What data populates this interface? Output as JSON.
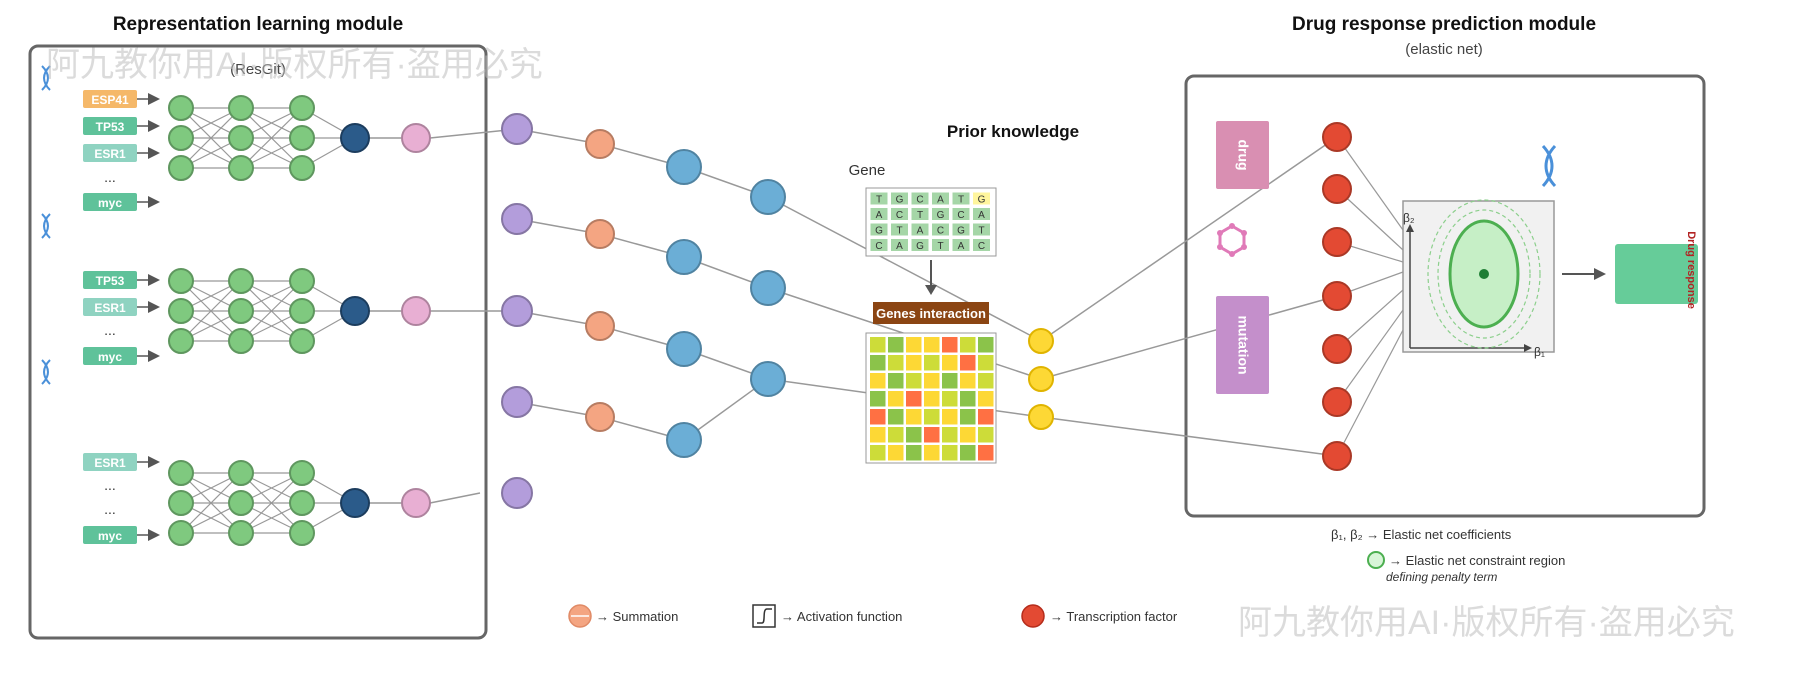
{
  "titles": {
    "left": "Representation learning module",
    "left_sub": "(ResGit)",
    "right": "Drug response prediction module",
    "right_sub": "(elastic net)",
    "prior": "Prior knowledge"
  },
  "watermark": "阿九教你用AI·版权所有·盗用必究",
  "groups": [
    {
      "genes": [
        "ESP41",
        "TP53",
        "ESR1",
        "...",
        "myc"
      ],
      "gene_colors": [
        "#f5b869",
        "#5fc29a",
        "#8fd3c1",
        "",
        "#5fc29a"
      ]
    },
    {
      "genes": [
        "TP53",
        "ESR1",
        "...",
        "myc"
      ],
      "gene_colors": [
        "#5fc29a",
        "#8fd3c1",
        "",
        "#5fc29a"
      ]
    },
    {
      "genes": [
        "ESR1",
        "...",
        "...",
        "myc"
      ],
      "gene_colors": [
        "#8fd3c1",
        "",
        "",
        "#5fc29a"
      ]
    }
  ],
  "gene_label": "Gene",
  "sequence": [
    [
      "T",
      "G",
      "C",
      "A",
      "T",
      "G"
    ],
    [
      "A",
      "C",
      "T",
      "G",
      "C",
      "A"
    ],
    [
      "G",
      "T",
      "A",
      "C",
      "G",
      "T"
    ],
    [
      "C",
      "A",
      "G",
      "T",
      "A",
      "C"
    ]
  ],
  "interaction_label": "Genes interaction",
  "heatmap": [
    [
      2,
      0,
      1,
      1,
      3,
      2,
      0
    ],
    [
      0,
      2,
      1,
      2,
      1,
      3,
      2
    ],
    [
      1,
      0,
      2,
      1,
      0,
      1,
      2
    ],
    [
      0,
      1,
      3,
      1,
      2,
      0,
      1
    ],
    [
      3,
      0,
      1,
      2,
      1,
      0,
      3
    ],
    [
      1,
      2,
      0,
      3,
      2,
      1,
      2
    ],
    [
      2,
      1,
      0,
      1,
      2,
      0,
      3
    ]
  ],
  "heatmap_colors": [
    "#8bc34a",
    "#fdd835",
    "#cddc39",
    "#ff7043"
  ],
  "drug_label": "drug",
  "mutation_label": "mutation",
  "beta1": "β₁",
  "beta2": "β₂",
  "drug_response": "Drug response",
  "legend": {
    "coeff": "β₁, β₂ → Elastic net coefficients",
    "constraint": "→ Elastic net constraint region",
    "constraint_sub": "defining penalty term",
    "summation": "→ Summation",
    "activation": "→ Activation function",
    "tf": "→ Transcription factor"
  },
  "colors": {
    "green_node": "#7fc97f",
    "dark_node": "#2b5b8a",
    "pink_node": "#e8afd3",
    "purple_node": "#b39ddb",
    "orange_node": "#f4a582",
    "blue_node": "#6baed6",
    "yellow_node": "#fdd835",
    "red_node": "#e34a33",
    "drug_box": "#d98fb2",
    "mutation_box": "#c48fcb",
    "response_box": "#66cc99",
    "brown": "#8b4513"
  }
}
